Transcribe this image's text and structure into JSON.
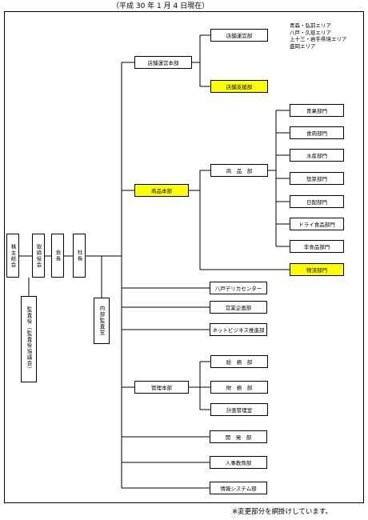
{
  "header": {
    "date": "（平成 30 年 1 月 4 日現在）"
  },
  "footer": {
    "note": "※変更部分を網掛けしています。"
  },
  "colors": {
    "highlight": "#ffff00",
    "line": "#000000"
  },
  "areas": [
    "青森・弘前エリア",
    "八戸・久慈エリア",
    "上十三・岩手県境エリア",
    "盛岡エリア"
  ],
  "left_chain": {
    "shareholders": "株主総会",
    "board": "取締役会",
    "chairman": "会長",
    "president": "社長",
    "auditors": "監査役（監査役協議会）",
    "internal_audit": "内部監査室"
  },
  "store_hq": {
    "label": "店舗運営本部",
    "children": [
      {
        "label": "店舗運営部",
        "highlight": false
      },
      {
        "label": "店舗支援部",
        "highlight": true
      }
    ]
  },
  "product_hq": {
    "label": "商品本部",
    "highlight": true,
    "product_dept": "商　品　部",
    "product_children": [
      "青果部門",
      "食肉部門",
      "水産部門",
      "惣菜部門",
      "日配部門",
      "ドライ食品部門",
      "非食品部門"
    ],
    "logistics": {
      "label": "物流部門",
      "highlight": true
    }
  },
  "direct_depts": {
    "hachinohe": "八戸デリカセンター",
    "sales_planning": "営業企画部",
    "net_business": "ネットビジネス推進部"
  },
  "admin_hq": {
    "label": "管理本部",
    "children": [
      "総　務　部",
      "財　務　部",
      "計画管理室"
    ]
  },
  "bottom_depts": {
    "development": "開　発　部",
    "hr": "人事教育部",
    "info_systems": "情報システム部"
  }
}
